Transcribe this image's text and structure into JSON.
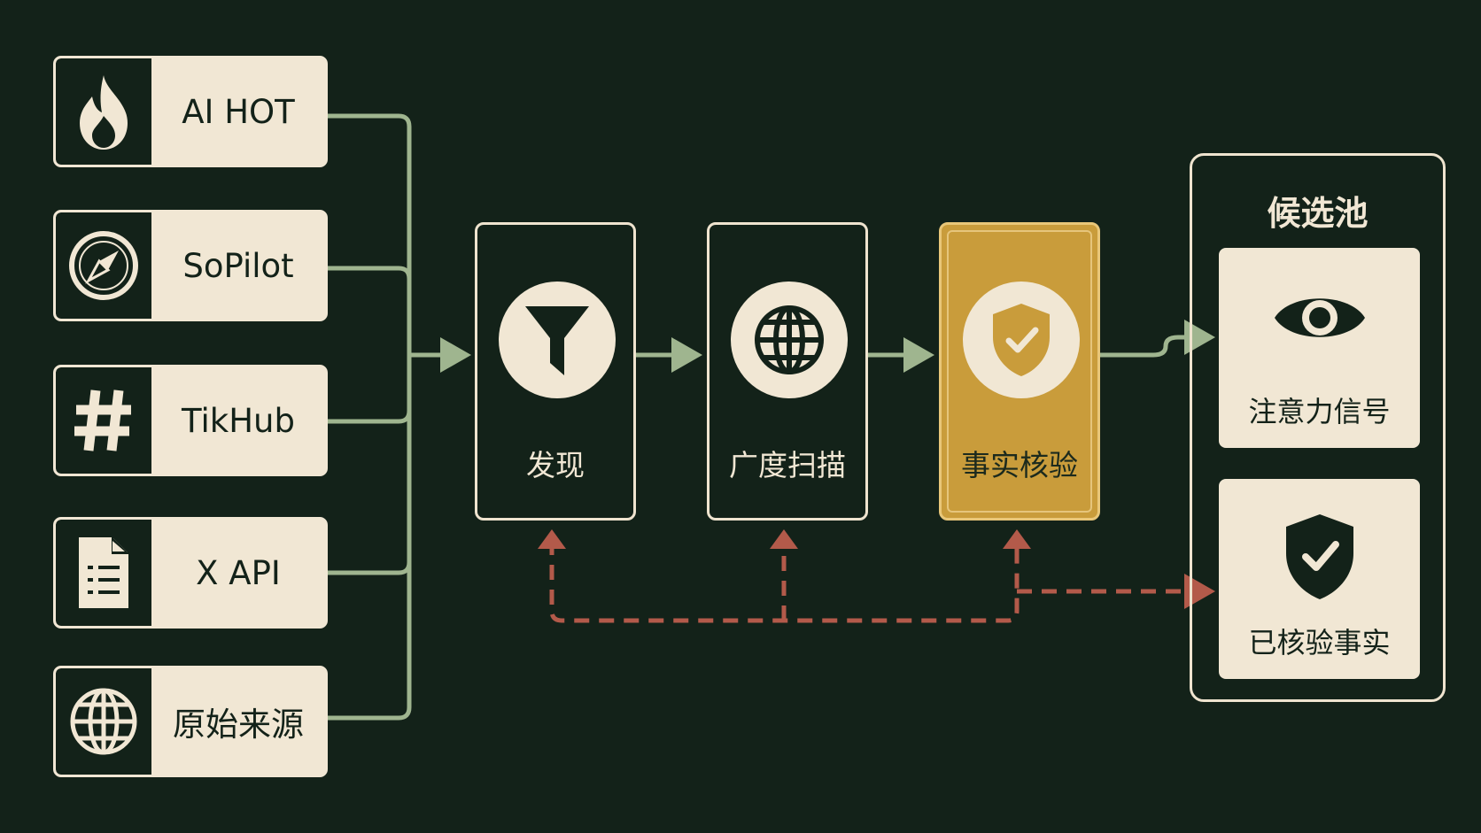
{
  "colors": {
    "background": "#132219",
    "cream": "#f1e7d4",
    "flow_green": "#9fb58f",
    "feedback_red": "#b35a4a",
    "highlight_gold": "#c99c3b"
  },
  "sources": [
    {
      "label": "AI HOT",
      "icon": "fire-icon"
    },
    {
      "label": "SoPilot",
      "icon": "compass-icon"
    },
    {
      "label": "TikHub",
      "icon": "hashtag-icon"
    },
    {
      "label": "X API",
      "icon": "document-icon"
    },
    {
      "label": "原始来源",
      "icon": "globe-icon"
    }
  ],
  "stages": [
    {
      "label": "发现",
      "icon": "filter-icon",
      "highlighted": false
    },
    {
      "label": "广度扫描",
      "icon": "globe-icon",
      "highlighted": false
    },
    {
      "label": "事实核验",
      "icon": "shield-check-icon",
      "highlighted": true
    }
  ],
  "pool": {
    "title": "候选池",
    "items": [
      {
        "label": "注意力信号",
        "icon": "eye-icon"
      },
      {
        "label": "已核验事实",
        "icon": "shield-check-icon"
      }
    ]
  }
}
